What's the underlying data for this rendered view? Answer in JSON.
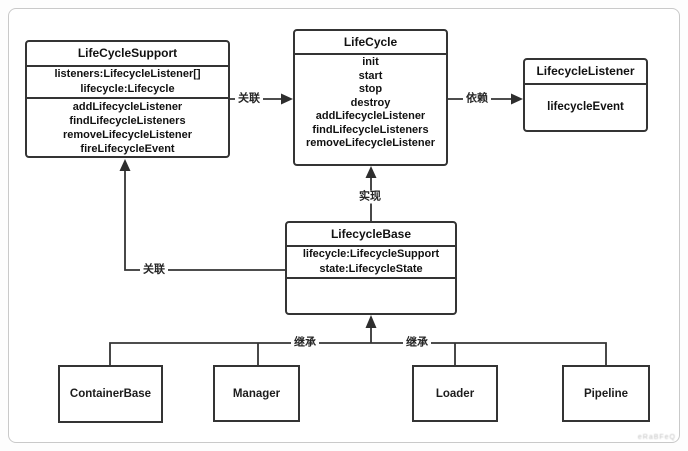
{
  "classes": {
    "lifecycle_support": {
      "title": "LifeCycleSupport",
      "attributes": [
        "listeners:LifecycleListener[]",
        "lifecycle:Lifecycle"
      ],
      "methods": [
        "addLifecycleListener",
        "findLifecycleListeners",
        "removeLifecycleListener",
        "fireLifecycleEvent"
      ]
    },
    "lifecycle": {
      "title": "LifeCycle",
      "methods": [
        "init",
        "start",
        "stop",
        "destroy",
        "addLifecycleListener",
        "findLifecycleListeners",
        "removeLifecycleListener"
      ]
    },
    "lifecycle_listener": {
      "title": "LifecycleListener",
      "methods": [
        "lifecycleEvent"
      ]
    },
    "lifecycle_base": {
      "title": "LifecycleBase",
      "attributes": [
        "lifecycle:LifecycleSupport",
        "state:LifecycleState"
      ]
    },
    "container_base": {
      "title": "ContainerBase"
    },
    "manager": {
      "title": "Manager"
    },
    "loader": {
      "title": "Loader"
    },
    "pipeline": {
      "title": "Pipeline"
    }
  },
  "relationships": {
    "support_to_lifecycle": "关联",
    "lifecycle_to_listener": "依赖",
    "base_to_lifecycle": "实现",
    "base_to_support": "关联",
    "inherit_left": "继承",
    "inherit_right": "继承"
  },
  "watermark": "eRaBFeQ",
  "colors": {
    "line": "#343434",
    "box_border": "#343434",
    "box_bg": "#ffffff",
    "canvas_border": "#c9c9c9",
    "text": "#111111"
  }
}
